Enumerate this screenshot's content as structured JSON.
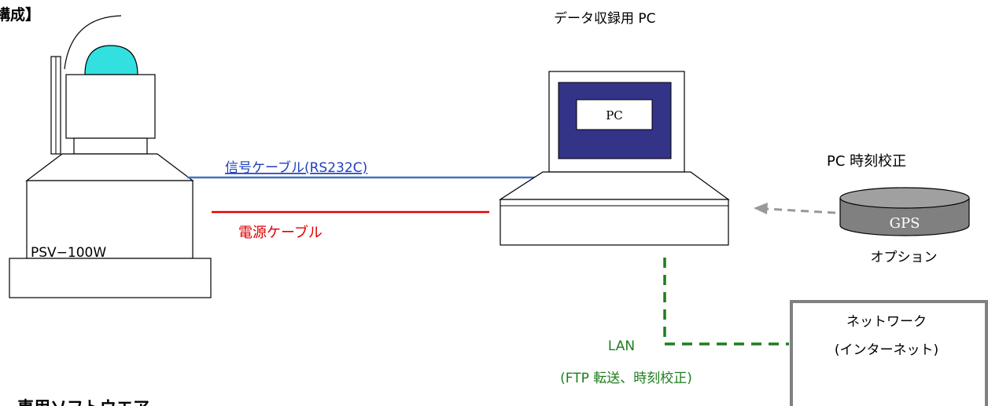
{
  "heading_partial": "構成】",
  "device": {
    "model_label": "PSV−100W"
  },
  "pc": {
    "title": "データ収録用 PC",
    "screen_label": "PC"
  },
  "cables": {
    "signal_label": "信号ケーブル(RS232C)",
    "power_label": "電源ケーブル",
    "signal_color": "#4472c4",
    "power_color": "#e00000"
  },
  "gps": {
    "heading": "PC 時刻校正",
    "label": "GPS",
    "option_label": "オプション",
    "body_color": "#808080",
    "top_color": "#a0a0a0"
  },
  "lan": {
    "label": "LAN",
    "sublabel": "(FTP 転送、時刻校正)",
    "color": "#1e7d1e"
  },
  "network": {
    "line1": "ネットワーク",
    "line2": "(インターネット)"
  },
  "footer_partial": "専用ソフトウエア"
}
